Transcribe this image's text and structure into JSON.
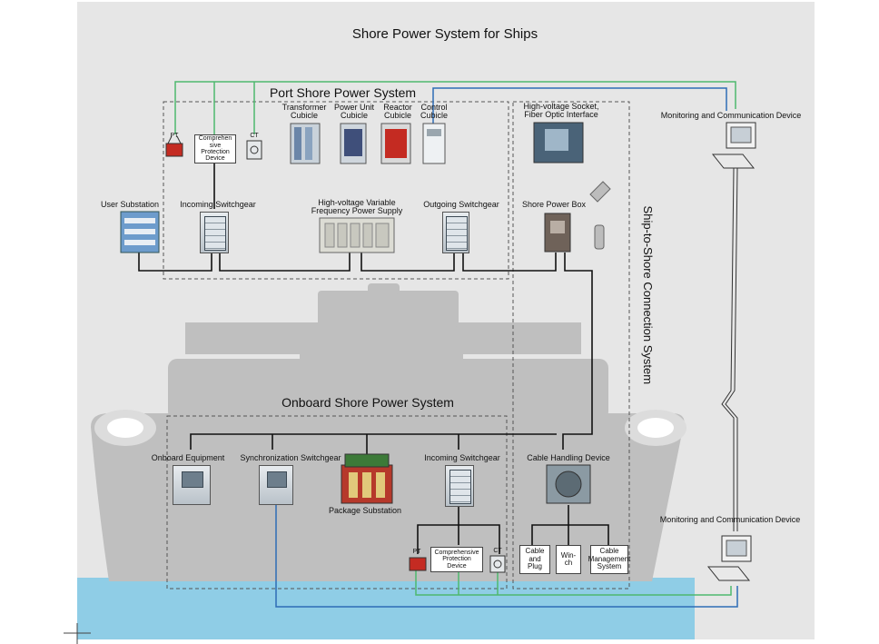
{
  "title": "Shore Power System for Ships",
  "sections": {
    "port": "Port Shore Power System",
    "onboard": "Onboard Shore Power System",
    "ship_to_shore": "Ship-to-Shore Connection System"
  },
  "port_labels": {
    "transformer": [
      "Transformer",
      "Cubicle"
    ],
    "power_unit": [
      "Power Unit",
      "Cubicle"
    ],
    "reactor": [
      "Reactor",
      "Cubicle"
    ],
    "control": [
      "Control",
      "Cubicle"
    ],
    "pt": "PT",
    "protection": [
      "Comprehen",
      "sive",
      "Protection",
      "Device"
    ],
    "ct": "CT",
    "user_substation": "User Substation",
    "incoming_switchgear": "Incoming Switchgear",
    "hv_vfps": [
      "High-voltage Variable",
      "Frequency Power Supply"
    ],
    "outgoing_switchgear": "Outgoing Switchgear"
  },
  "connection_labels": {
    "hv_socket": [
      "High-voltage Socket,",
      "Fiber Optic Interface"
    ],
    "shore_power_box": "Shore Power Box",
    "cable_handling": "Cable Handling Device",
    "cable_plug": [
      "Cable",
      "and",
      "Plug"
    ],
    "winch": [
      "Win-",
      "ch"
    ],
    "cms": [
      "Cable",
      "Management",
      "System"
    ]
  },
  "onboard_labels": {
    "onboard_equipment": "Onboard Equipment",
    "sync_switchgear": "Synchronization Switchgear",
    "package_substation": "Package Substation",
    "incoming_switchgear": "Incoming Switchgear",
    "pt": "PT",
    "protection": [
      "Comprehensive",
      "Protection",
      "Device"
    ],
    "ct": "CT"
  },
  "monitors": {
    "top": "Monitoring and Communication Device",
    "bottom": "Monitoring and Communication Device"
  },
  "colors": {
    "power_line": "#111111",
    "signal_green": "#4fb86e",
    "fiber_blue": "#2f6db5",
    "ship_gray": "#bdbdbd",
    "sea_blue": "#8fcde6",
    "background_gray": "#e6e6e6"
  },
  "icons": {
    "pt": "pt-transformer-icon",
    "ct": "ct-icon",
    "monitor": "computer-monitor-icon",
    "building": "substation-building-icon",
    "cabinet": "switchgear-cabinet-icon"
  }
}
